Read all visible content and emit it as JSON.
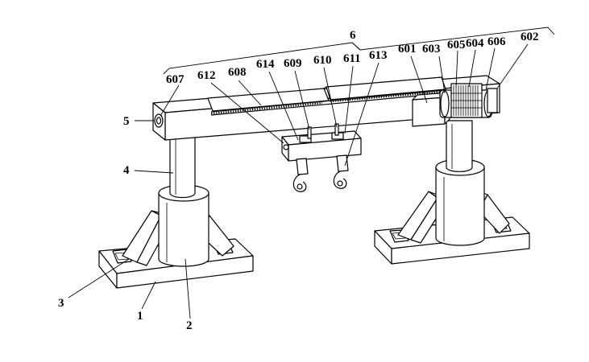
{
  "labels": {
    "l1": "1",
    "l2": "2",
    "l3": "3",
    "l4": "4",
    "l5": "5",
    "l6": "6",
    "l601": "601",
    "l602": "602",
    "l603": "603",
    "l604": "604",
    "l605": "605",
    "l606": "606",
    "l607": "607",
    "l608": "608",
    "l609": "609",
    "l610": "610",
    "l611": "611",
    "l612": "612",
    "l613": "613",
    "l614": "614"
  }
}
